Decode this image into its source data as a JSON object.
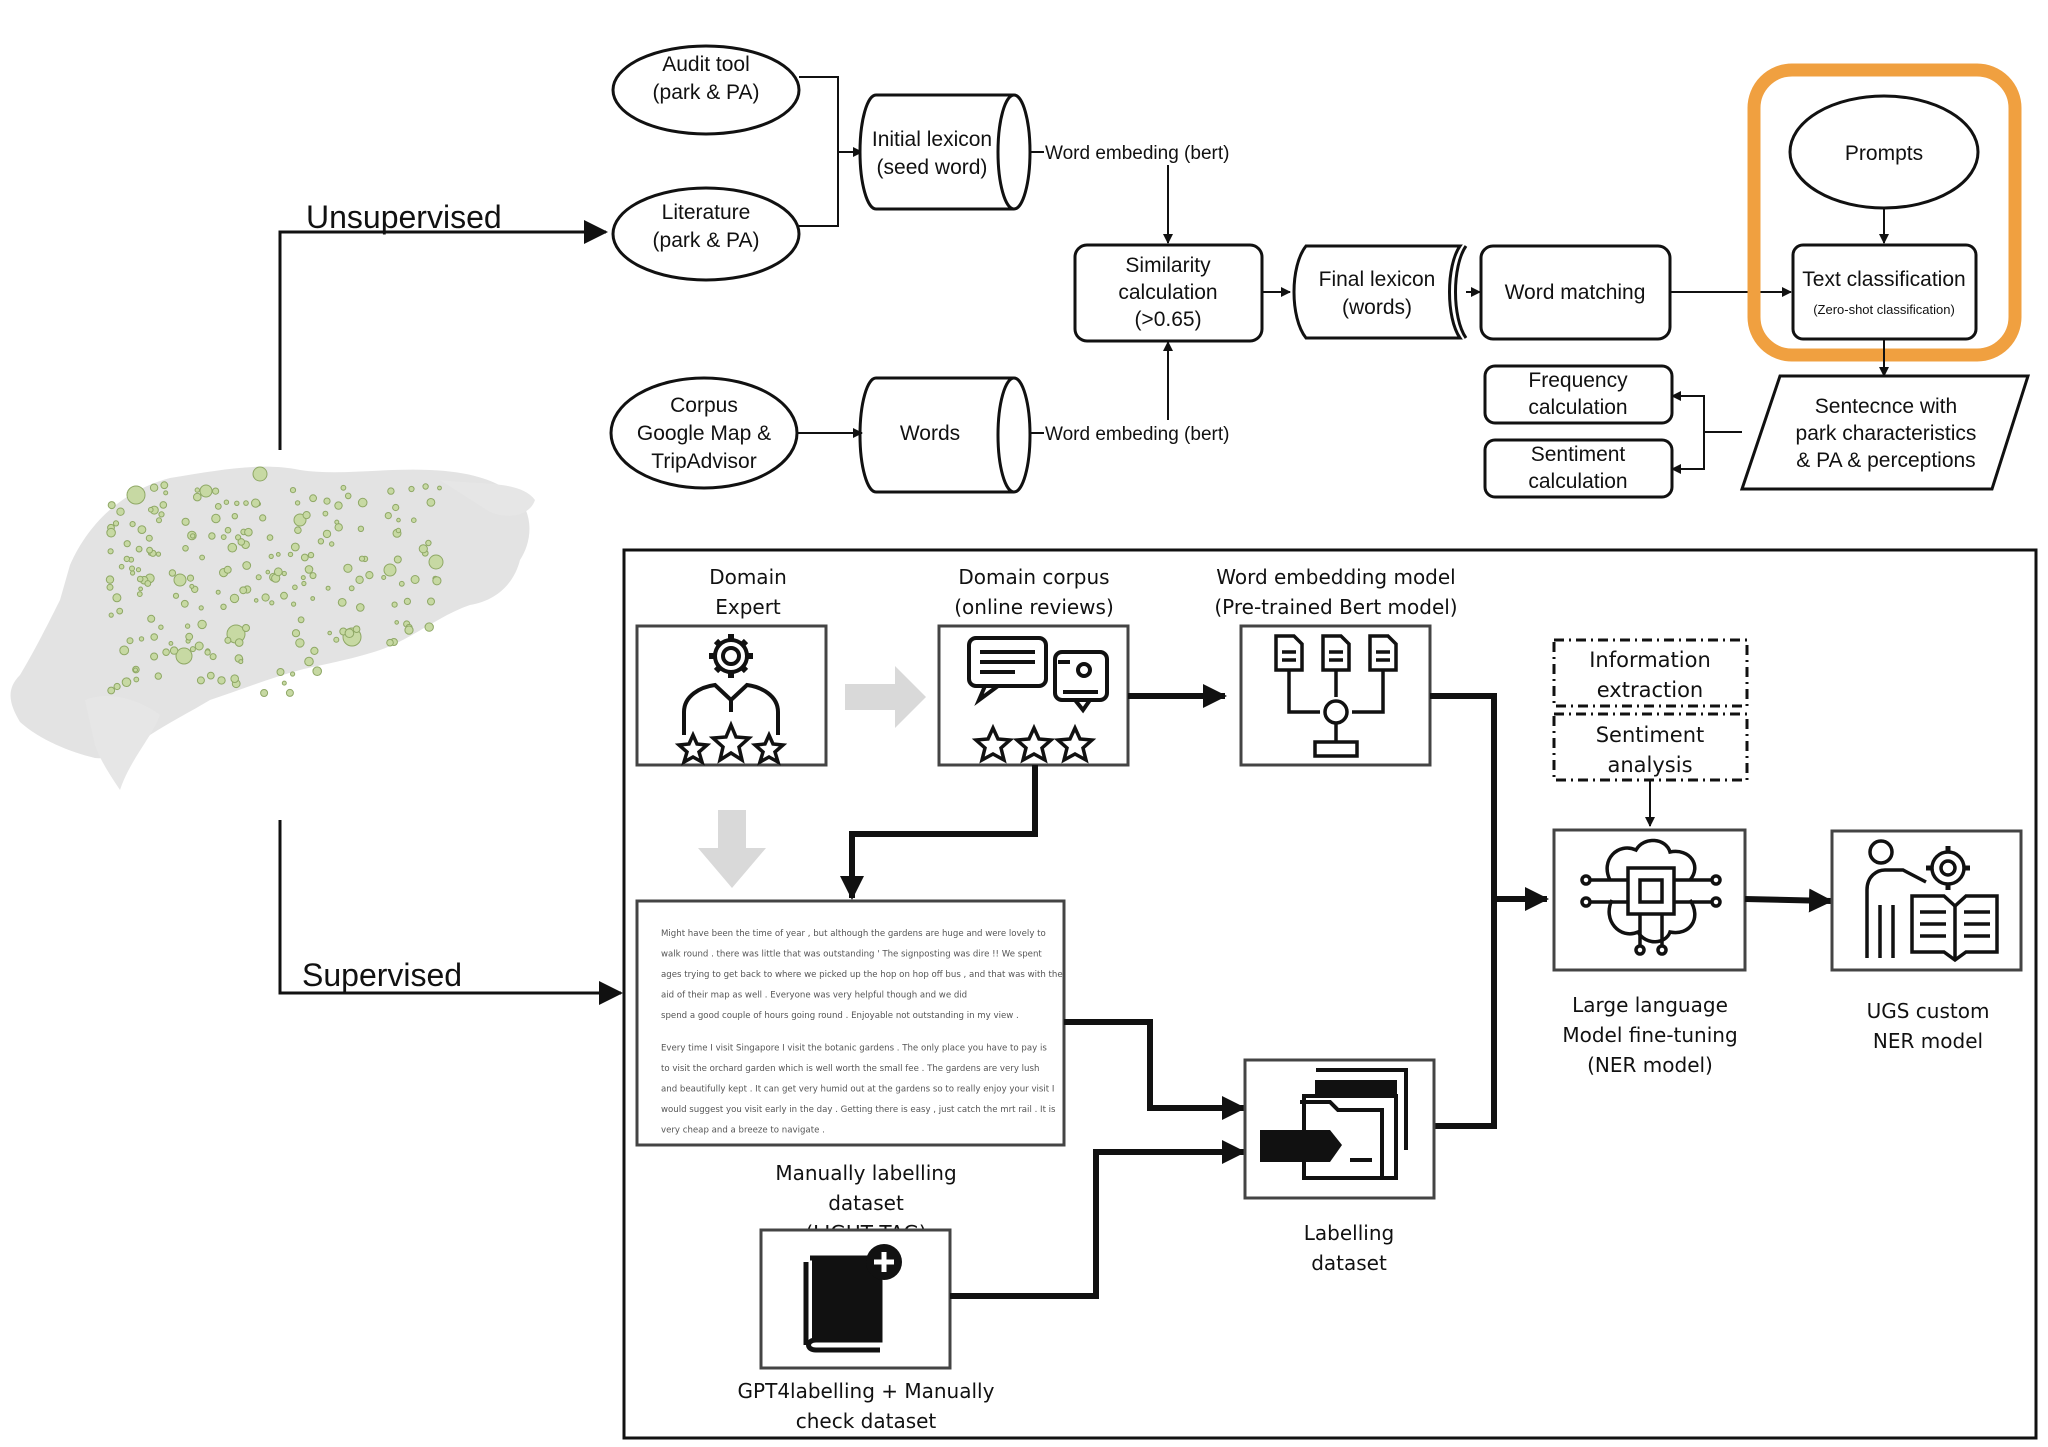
{
  "unsupervised": {
    "label": "Unsupervised",
    "nodes": {
      "audit_tool": [
        "Audit tool",
        "(park & PA)"
      ],
      "literature": [
        "Literature",
        "(park & PA)"
      ],
      "corpus": [
        "Corpus",
        "Google Map &",
        "TripAdvisor"
      ],
      "initial_lexicon": [
        "Initial lexicon",
        "(seed word)"
      ],
      "words": "Words",
      "word_embed_top": "Word embeding (bert)",
      "word_embed_bottom": "Word embeding (bert)",
      "similarity": [
        "Similarity",
        "calculation",
        "(>0.65)"
      ],
      "final_lexicon": [
        "Final lexicon",
        "(words)"
      ],
      "word_matching": "Word matching",
      "prompts": "Prompts",
      "text_classification": "Text classification",
      "text_classification_sub": "(Zero-shot classification)",
      "sentence": [
        "Sentecnce with",
        "park characteristics",
        "& PA & perceptions"
      ],
      "frequency": [
        "Frequency",
        "calculation"
      ],
      "sentiment": [
        "Sentiment",
        "calculation"
      ]
    },
    "highlight_color": "#f0a040"
  },
  "supervised": {
    "label": "Supervised",
    "nodes": {
      "domain_expert": [
        "Domain",
        "Expert"
      ],
      "domain_corpus": [
        "Domain corpus",
        "(online reviews)"
      ],
      "word_embedding_model": [
        "Word embedding model",
        "(Pre-trained Bert model)"
      ],
      "info_extraction": [
        "Information",
        "extraction"
      ],
      "sentiment_analysis": [
        "Sentiment",
        "analysis"
      ],
      "manual_dataset": [
        "Manually labelling",
        "dataset",
        "(LIGHT TAG)"
      ],
      "gpt_dataset": [
        "GPT4labelling + Manually",
        "check dataset"
      ],
      "labelling_dataset": [
        "Labelling",
        "dataset"
      ],
      "llm": [
        "Large language",
        "Model fine-tuning",
        "(NER model)"
      ],
      "ugs_ner": [
        "UGS custom",
        "NER model"
      ]
    },
    "review_lines": [
      "Might have been the time of year , but although the gardens are huge and were lovely to",
      "walk round . there was little that was outstanding ' The signposting was dire !! We spent",
      "ages trying to get back to where we picked up the hop on hop off bus , and that was with the",
      "aid of their map as well . Everyone was very helpful though and we did",
      "spend a good couple of hours going round . Enjoyable not outstanding in my view .",
      "Every time I visit Singapore I visit the botanic gardens . The only place you have to pay is",
      "to visit the orchard garden which is well worth the small fee . The gardens are very lush",
      "and beautifully kept . It can get very humid out at the gardens so to really enjoy your visit I",
      "would suggest you visit early in the day . Getting there is easy , just catch the mrt rail . It is",
      "very cheap and a breeze to navigate ."
    ]
  }
}
